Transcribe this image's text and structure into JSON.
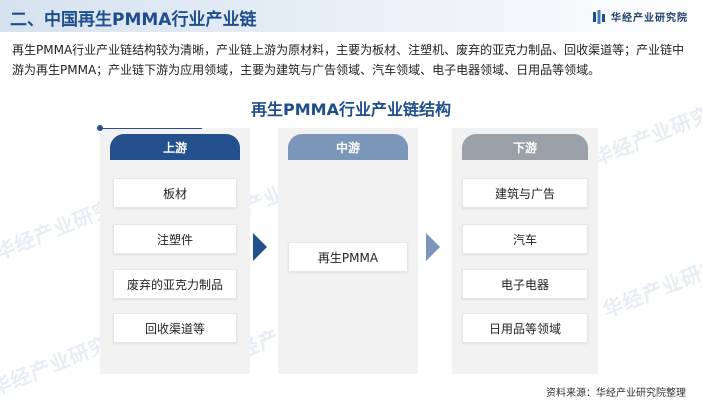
{
  "header": {
    "title": "二、中国再生PMMA行业产业链",
    "brand": "华经产业研究院",
    "brand_color": "#1f4e8c"
  },
  "intro": {
    "text": "再生PMMA行业产业链结构较为清晰，产业链上游为原材料，主要为板材、注塑机、废弃的亚克力制品、回收渠道等；产业链中游为再生PMMA；产业链下游为应用领域，主要为建筑与广告领域、汽车领域、电子电器领域、日用品等领域。"
  },
  "chart": {
    "title": "再生PMMA行业产业链结构",
    "upstream": {
      "label": "上游",
      "color": "#24508e",
      "items": [
        "板材",
        "注塑件",
        "废弃的亚克力制品",
        "回收渠道等"
      ]
    },
    "midstream": {
      "label": "中游",
      "color": "#7b96b8",
      "items": [
        "再生PMMA"
      ]
    },
    "downstream": {
      "label": "下游",
      "color": "#9aa1a8",
      "items": [
        "建筑与广告",
        "汽车",
        "电子电器",
        "日用品等领域"
      ]
    }
  },
  "watermark": "华经产业研究院",
  "source": "资料来源：华经产业研究院整理",
  "icons": {
    "brand_logo": "brand-logo-icon",
    "flow_arrow": "triangle-right-icon"
  }
}
